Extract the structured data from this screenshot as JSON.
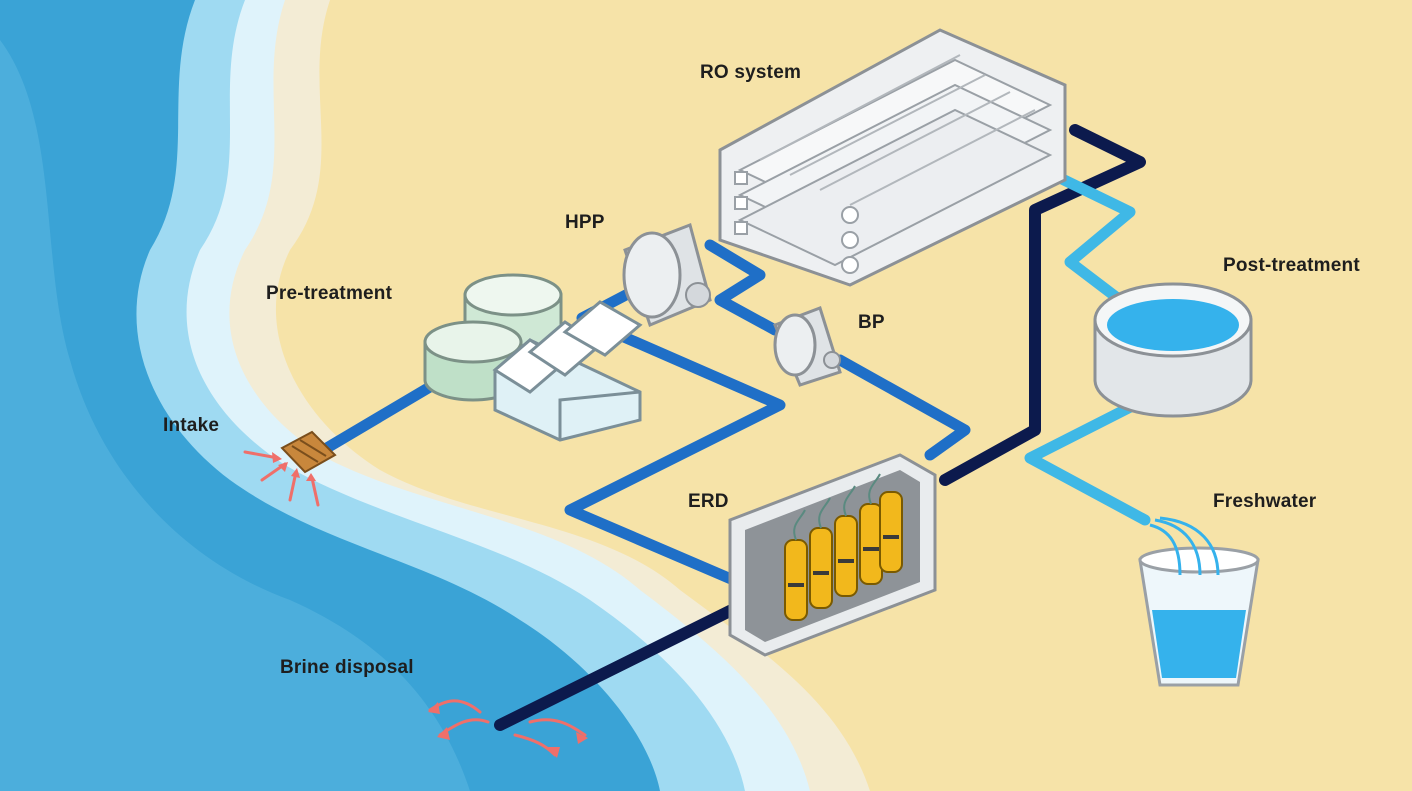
{
  "labels": {
    "ro_system": "RO system",
    "hpp": "HPP",
    "pre_treatment": "Pre-treatment",
    "post_treatment": "Post-treatment",
    "bp": "BP",
    "intake": "Intake",
    "erd": "ERD",
    "freshwater": "Freshwater",
    "brine_disposal": "Brine disposal"
  },
  "colors": {
    "sand": "#f6e3a8",
    "sea_deep": "#3aa3d6",
    "sea_light": "#8dd3f0",
    "surf": "#d9f2fb",
    "feed_pipe": "#1f6fc7",
    "brine_pipe": "#0c1a4d",
    "product_pipe": "#3fb8e6",
    "erd_cylinders": "#f2b81c",
    "equipment": "#e6e9ec",
    "pretreatment_tanks": "#cfe8d5",
    "arrows": "#ef6f6a",
    "label_text": "#1e1e1e"
  },
  "icons": [
    "intake-structure-icon",
    "erd-cylinders-icon",
    "pump-icon",
    "tank-icon",
    "glass-icon",
    "outflow-arrow-icon"
  ]
}
